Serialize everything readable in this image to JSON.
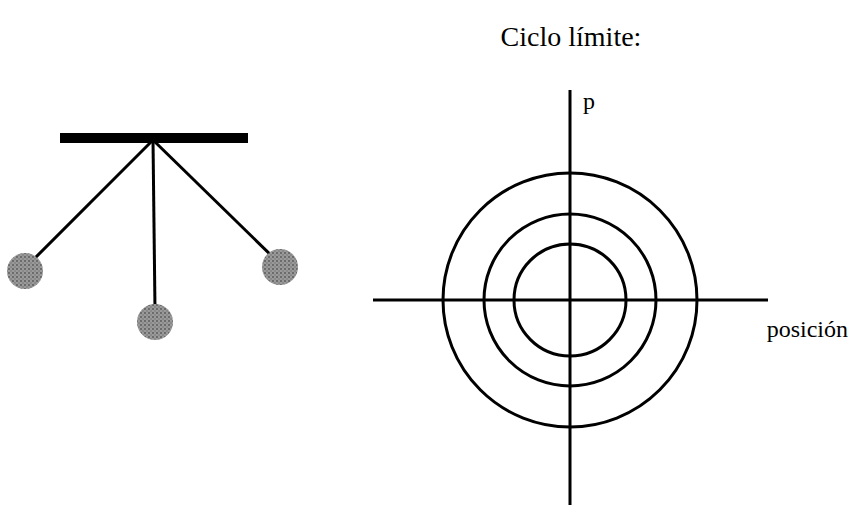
{
  "diagram": {
    "title": "Ciclo límite:",
    "labels": [
      "p",
      "posición"
    ]
  }
}
